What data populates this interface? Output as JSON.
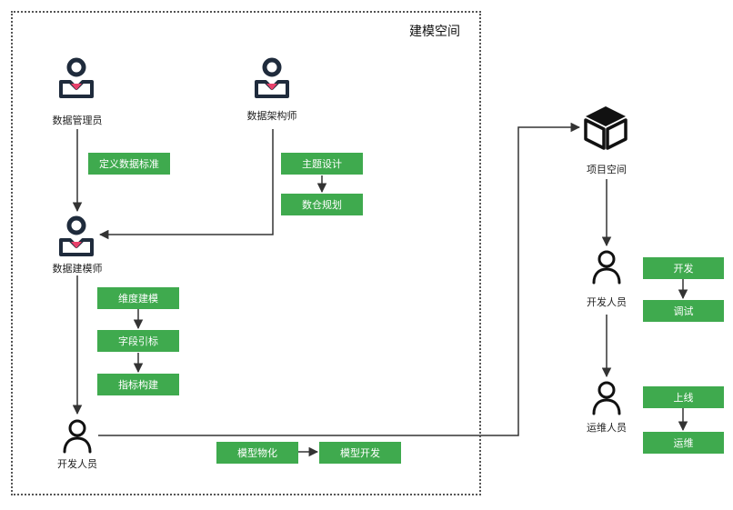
{
  "workspace": {
    "title": "建模空间",
    "actors": {
      "data_manager": "数据管理员",
      "data_architect": "数据架构师",
      "data_modeler": "数据建模师",
      "developer": "开发人员"
    },
    "tasks": {
      "define_standards": "定义数据标准",
      "subject_design": "主题设计",
      "warehouse_planning": "数仓规划",
      "dimension_modeling": "维度建模",
      "field_reference": "字段引标",
      "metric_build": "指标构建",
      "model_materialize": "模型物化",
      "model_develop": "模型开发"
    }
  },
  "project": {
    "title": "项目空间",
    "actors": {
      "developer": "开发人员",
      "ops": "运维人员"
    },
    "tasks": {
      "develop": "开发",
      "debug": "调试",
      "go_live": "上线",
      "maintain": "运维"
    }
  },
  "colors": {
    "task_green": "#3faa4e",
    "icon_navy": "#1f2b3c",
    "icon_pink": "#e8416b",
    "line": "#333333"
  },
  "icons": {
    "role_person": "person-with-heart-icon",
    "plain_person": "person-outline-icon",
    "project": "cube-icon"
  }
}
